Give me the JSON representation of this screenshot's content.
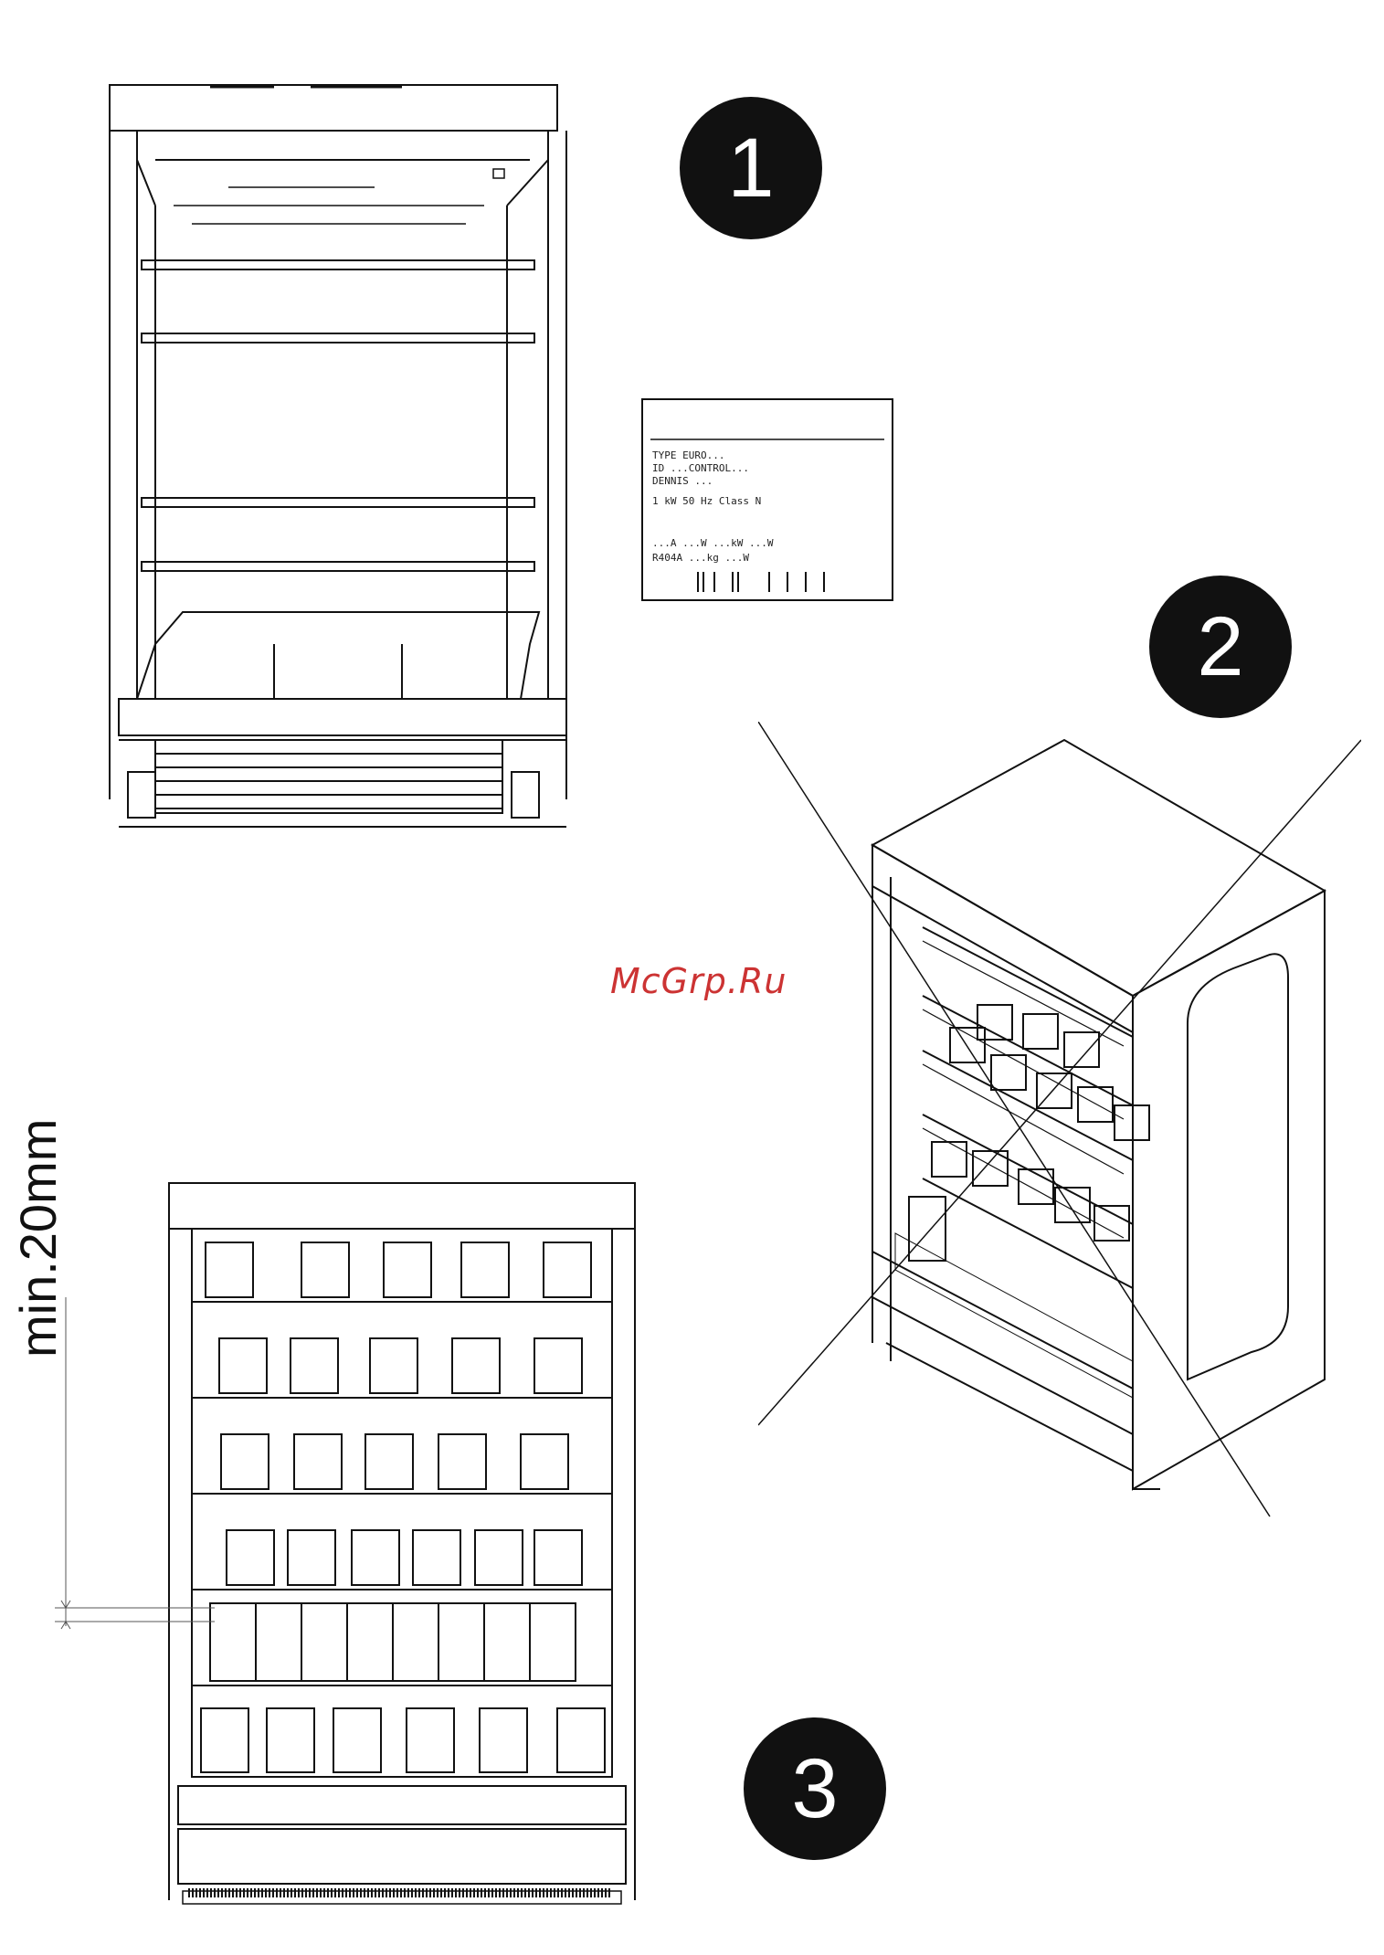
{
  "badges": {
    "step1": "1",
    "step2": "2",
    "step3": "3"
  },
  "watermark": "McGrp.Ru",
  "dimension_label": "min.20mm",
  "plate": {
    "line1": "TYPE    EURO...",
    "line2": "ID      ...CONTROL...",
    "line3": "DENNIS ...",
    "line4": "1 kW          50 Hz     Class N",
    "line5": "...A   ...W   ...kW   ...W",
    "line6": "R404A   ...kg         ...W"
  }
}
